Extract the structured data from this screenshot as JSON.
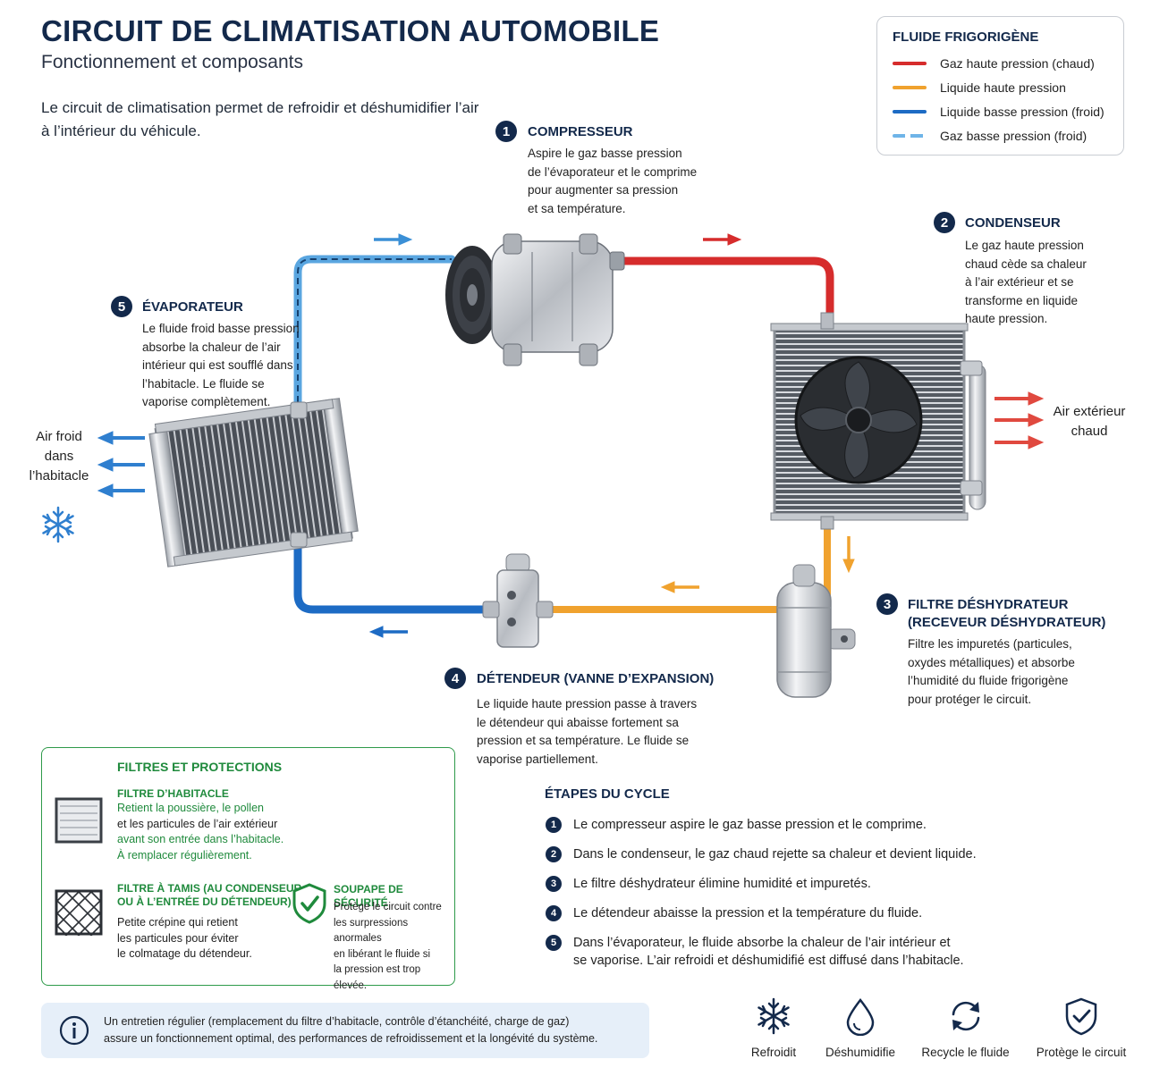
{
  "header": {
    "title": "CIRCUIT DE CLIMATISATION AUTOMOBILE",
    "subtitle": "Fonctionnement et composants",
    "intro_line1": "Le circuit de climatisation permet de refroidir et déshumidifier l’air",
    "intro_line2": "à l’intérieur du véhicule."
  },
  "legend": {
    "title": "FLUIDE FRIGORIGÈNE",
    "items": [
      {
        "label": "Gaz haute pression (chaud)",
        "color": "#d62c2c"
      },
      {
        "label": "Liquide haute pression",
        "color": "#f0a22e"
      },
      {
        "label": "Liquide basse pression (froid)",
        "color": "#1d6bc4"
      },
      {
        "label": "Gaz basse pression (froid)",
        "color": "#6fb4e8"
      }
    ]
  },
  "components": {
    "compressor": {
      "number": "1",
      "title": "COMPRESSEUR",
      "lines": [
        "Aspire le gaz basse pression",
        "de l’évaporateur et le comprime",
        "pour augmenter sa pression",
        "et sa température."
      ]
    },
    "condenser": {
      "number": "2",
      "title": "CONDENSEUR",
      "lines": [
        "Le gaz haute pression",
        "chaud cède sa chaleur",
        "à l’air extérieur et se",
        "transforme en liquide",
        "haute pression."
      ]
    },
    "filter": {
      "number": "3",
      "title_line1": "FILTRE DÉSHYDRATEUR",
      "title_line2": "(RECEVEUR DÉSHYDRATEUR)",
      "lines": [
        "Filtre les impuretés (particules,",
        "oxydes métalliques) et absorbe",
        "l’humidité du fluide frigorigène",
        "pour protéger le circuit."
      ]
    },
    "valve": {
      "number": "4",
      "title": "DÉTENDEUR (VANNE D’EXPANSION)",
      "lines": [
        "Le liquide haute pression passe à travers",
        "le détendeur qui abaisse fortement sa",
        "pression et sa température. Le fluide se",
        "vaporise partiellement."
      ]
    },
    "evaporator": {
      "number": "5",
      "title": "ÉVAPORATEUR",
      "lines": [
        "Le fluide froid basse pression",
        "absorbe la chaleur de l’air",
        "intérieur qui est soufflé dans",
        "l’habitacle. Le fluide se",
        "vaporise complètement."
      ]
    }
  },
  "side_labels": {
    "cold_air": [
      "Air froid",
      "dans",
      "l’habitacle"
    ],
    "outside_air": [
      "Air extérieur",
      "chaud"
    ]
  },
  "filters": {
    "title": "FILTRES ET PROTECTIONS",
    "cabin": {
      "title": "FILTRE D’HABITACLE",
      "lines": [
        "Retient la poussière, le pollen",
        "et les particules de l’air extérieur",
        "avant son entrée dans l’habitacle.",
        "À remplacer régulièrement."
      ]
    },
    "mesh": {
      "title_line1": "FILTRE À TAMIS (AU CONDENSEUR",
      "title_line2": "OU À L’ENTRÉE DU DÉTENDEUR)",
      "lines": [
        "Petite crépine qui retient",
        "les particules pour éviter",
        "le colmatage du détendeur."
      ]
    },
    "safety": {
      "title": "SOUPAPE DE SÉCURITÉ",
      "lines": [
        "Protège le circuit contre",
        "les surpressions anormales",
        "en libérant le fluide si",
        "la pression est trop élevée."
      ]
    }
  },
  "steps": {
    "title": "ÉTAPES DU CYCLE",
    "items": [
      {
        "n": "1",
        "text": "Le compresseur aspire le gaz basse pression et le comprime."
      },
      {
        "n": "2",
        "text": "Dans le condenseur, le gaz chaud rejette sa chaleur et devient liquide."
      },
      {
        "n": "3",
        "text": "Le filtre déshydrateur élimine humidité et impuretés."
      },
      {
        "n": "4",
        "text": "Le détendeur abaisse la pression et la température du fluide."
      },
      {
        "n": "5",
        "text_line1": "Dans l’évaporateur, le fluide absorbe la chaleur de l’air intérieur et",
        "text_line2": "se vaporise. L’air refroidi et déshumidifié est diffusé dans l’habitacle."
      }
    ]
  },
  "info": {
    "line1": "Un entretien régulier (remplacement du filtre d’habitacle, contrôle d’étanchéité, charge de gaz)",
    "line2": "assure un fonctionnement optimal, des performances de refroidissement et la longévité du système."
  },
  "bottom_icons": [
    {
      "label": "Refroidit",
      "icon": "snowflake-icon"
    },
    {
      "label": "Déshumidifie",
      "icon": "droplet-icon"
    },
    {
      "label": "Recycle le fluide",
      "icon": "recycle-icon"
    },
    {
      "label": "Protège le circuit",
      "icon": "shield-check-icon"
    }
  ]
}
